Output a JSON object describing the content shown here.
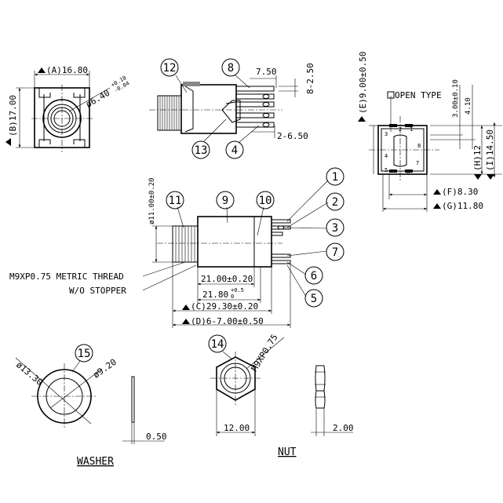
{
  "views": {
    "front": {
      "dim_a": "(A)16.80",
      "dim_b": "(B)17.00",
      "dim_bore": "ø6.40",
      "dim_bore_tol_up": "+0.10",
      "dim_bore_tol_dn": "-0.04"
    },
    "top": {
      "dim_7_50": "7.50",
      "dim_8_2_50": "8-2.50",
      "dim_2_6_50": "2-6.50"
    },
    "side": {
      "dim_e": "(E)9.00±0.50",
      "open_type": "OPEN TYPE",
      "dim_3_00": "3.00±0.10",
      "dim_4_10": "4.10",
      "dim_h": "(H)12",
      "dim_i": "(I)14.50",
      "dim_f": "(F)8.30",
      "dim_g": "(G)11.80",
      "pins": [
        "2",
        "3",
        "1",
        "4",
        "8",
        "5",
        "6",
        "7"
      ]
    },
    "main": {
      "dim_dia11": "ø11.00±0.20",
      "thread_label": "M9XP0.75 METRIC THREAD",
      "stopper_label": "W/O STOPPER",
      "dim_21_00": "21.00±0.20",
      "dim_21_80": "21.80",
      "dim_21_80_tol_up": "+0.5",
      "dim_21_80_tol_dn": "0",
      "dim_c": "(C)29.30±0.20",
      "dim_d": "(D)6-7.00±0.50"
    },
    "washer": {
      "dim_od": "ø13.30",
      "dim_id": "ø9.20",
      "dim_thk": "0.50",
      "title": "WASHER"
    },
    "nut": {
      "dim_thread": "M9XP0.75",
      "dim_af": "12.00",
      "dim_thk": "2.00",
      "title": "NUT"
    }
  },
  "balloons": {
    "b1": "1",
    "b2": "2",
    "b3": "3",
    "b4": "4",
    "b5": "5",
    "b6": "6",
    "b7": "7",
    "b8": "8",
    "b9": "9",
    "b10": "10",
    "b11": "11",
    "b12": "12",
    "b13": "13",
    "b14": "14",
    "b15": "15"
  }
}
